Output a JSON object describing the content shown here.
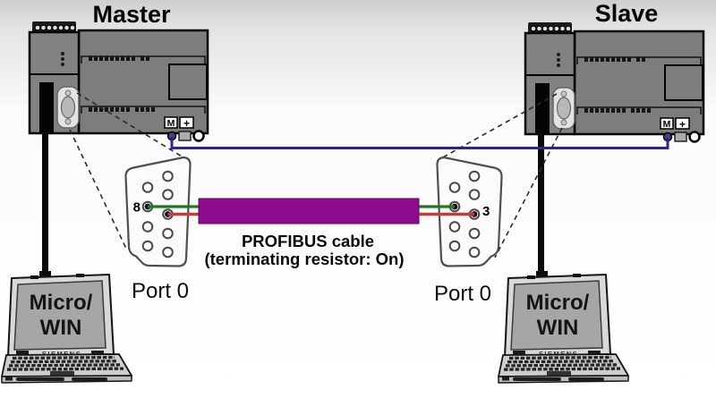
{
  "diagram": {
    "titles": {
      "master": "Master",
      "slave": "Slave"
    },
    "master_plc": {
      "m_label": "M",
      "plus_label": "+"
    },
    "slave_plc": {
      "m_label": "M",
      "plus_label": "+"
    },
    "connectors": {
      "left": {
        "port_label": "Port 0",
        "pin_label": "8"
      },
      "right": {
        "port_label": "Port 0",
        "pin_label": "3"
      }
    },
    "cable": {
      "label_line1": "PROFIBUS cable",
      "label_line2": "(terminating resistor: On)",
      "color": "#8e0b8e",
      "border": "#5c075c",
      "wire_green": "#1e7a1f",
      "wire_red": "#c43b3b",
      "m_wire_blue": "#28288f"
    },
    "laptops": {
      "left": {
        "screen_line1": "Micro/",
        "screen_line2": "WIN",
        "brand": "SIEMENS"
      },
      "right": {
        "screen_line1": "Micro/",
        "screen_line2": "WIN",
        "brand": "SIEMENS"
      }
    }
  }
}
